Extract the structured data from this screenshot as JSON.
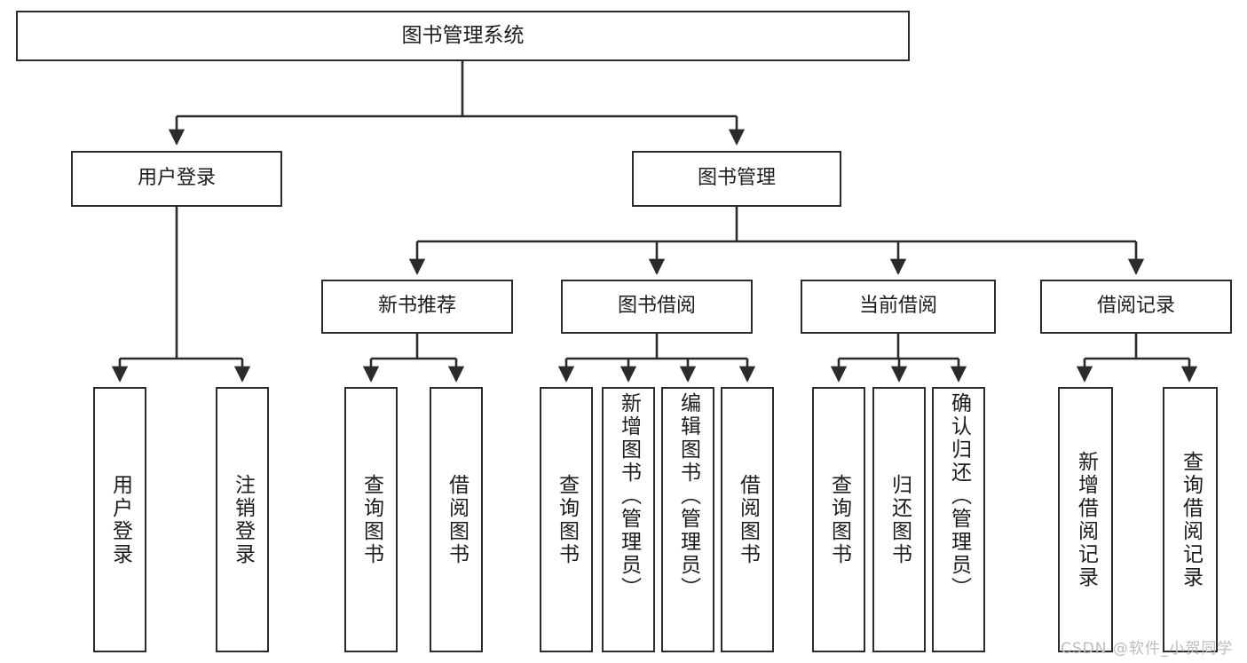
{
  "diagram": {
    "type": "tree",
    "title": "图书管理系统",
    "orientation": "top-down",
    "colors": {
      "box_border": "#2b2b2b",
      "box_fill": "#ffffff",
      "edge": "#2b2b2b",
      "text": "#1c1c1c",
      "watermark": "#bdbdbd",
      "background": "#ffffff"
    }
  },
  "watermark": {
    "text": "CSDN @软件_小贺同学"
  },
  "nodes": {
    "root": {
      "label": "图书管理系统"
    },
    "level1": [
      {
        "label": "用户登录"
      },
      {
        "label": "图书管理"
      }
    ],
    "level2": [
      {
        "label": "新书推荐"
      },
      {
        "label": "图书借阅"
      },
      {
        "label": "当前借阅"
      },
      {
        "label": "借阅记录"
      }
    ],
    "leaves": {
      "user_login": [
        {
          "label": "用户登录"
        },
        {
          "label": "注销登录"
        }
      ],
      "new_book_recommend": [
        {
          "label": "查询图书"
        },
        {
          "label": "借阅图书"
        }
      ],
      "book_borrow": [
        {
          "label": "查询图书"
        },
        {
          "label": "新增图书（管理员）"
        },
        {
          "label": "编辑图书（管理员）"
        },
        {
          "label": "借阅图书"
        }
      ],
      "current_borrow": [
        {
          "label": "查询图书"
        },
        {
          "label": "归还图书"
        },
        {
          "label": "确认归还（管理员）"
        }
      ],
      "borrow_record": [
        {
          "label": "新增借阅记录"
        },
        {
          "label": "查询借阅记录"
        }
      ]
    }
  }
}
